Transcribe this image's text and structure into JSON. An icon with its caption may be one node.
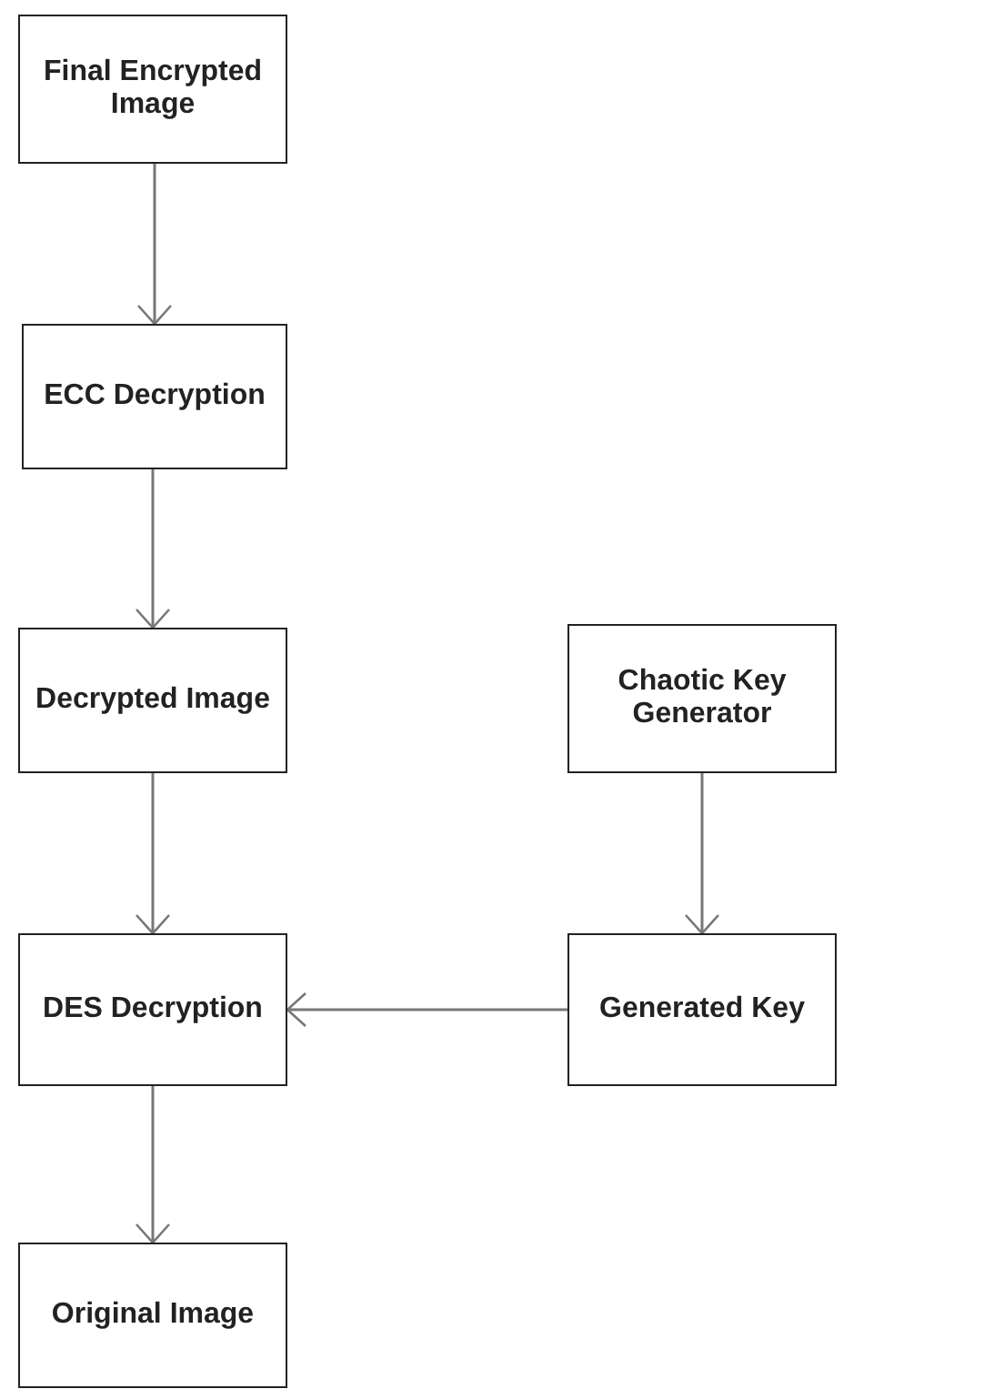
{
  "diagram": {
    "nodes": [
      {
        "text": [
          "Final Encrypted Image"
        ]
      },
      {
        "text": [
          "ECC Decryption"
        ]
      },
      {
        "text": [
          "Decrypted Image"
        ]
      },
      {
        "text": [
          "Chaotic Key Generator"
        ]
      },
      {
        "text": [
          "DES Decryption"
        ]
      },
      {
        "text": [
          "Generated Key"
        ]
      },
      {
        "text": [
          "Original Image"
        ]
      }
    ],
    "edges": [
      {
        "from": 0,
        "to": 1,
        "arrow": "to"
      },
      {
        "from": 1,
        "to": 2,
        "arrow": "to"
      },
      {
        "from": 2,
        "to": 4,
        "arrow": "to"
      },
      {
        "from": 3,
        "to": 5,
        "arrow": "to"
      },
      {
        "from": 5,
        "to": 4,
        "arrow": "to"
      },
      {
        "from": 4,
        "to": 6,
        "arrow": "to"
      }
    ]
  }
}
